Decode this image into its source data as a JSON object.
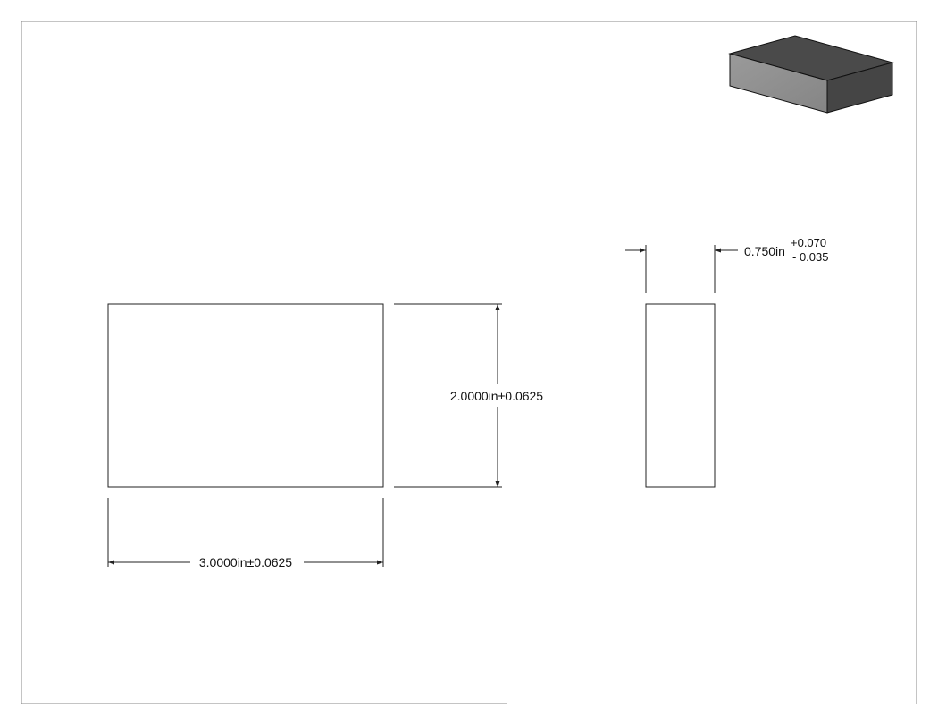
{
  "colors": {
    "line": "#222222",
    "frame": "#888888",
    "block_front": "#8f8f8f",
    "block_top": "#4a4a4a",
    "block_side": "#454545"
  },
  "dimensions": {
    "width": {
      "value": "3.0000in",
      "tolerance": "±0.0625"
    },
    "height": {
      "value": "2.0000in",
      "tolerance": "±0.0625"
    },
    "thickness": {
      "value": "0.750in",
      "tolerance_plus": "+0.070",
      "tolerance_minus": "- 0.035"
    }
  }
}
